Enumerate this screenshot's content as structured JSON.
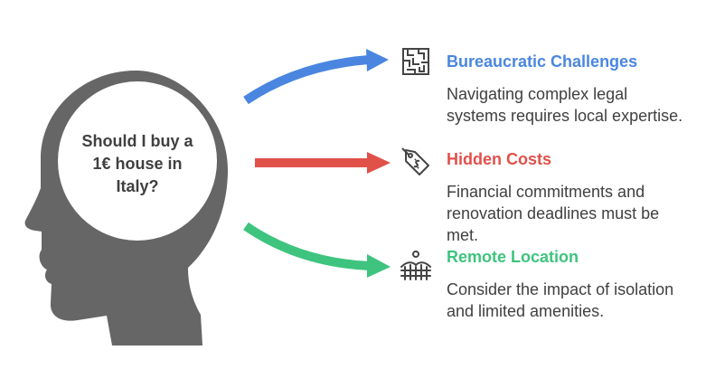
{
  "question": {
    "lines": [
      "Should I buy a",
      "1€ house in",
      "Italy?"
    ]
  },
  "items": [
    {
      "title": "Bureaucratic Challenges",
      "description": "Navigating complex legal systems requires local expertise.",
      "color": "#4a86e0",
      "icon": "maze-icon"
    },
    {
      "title": "Hidden Costs",
      "description": "Financial commitments and renovation deadlines must be met.",
      "color": "#e0514a",
      "icon": "price-tag-icon"
    },
    {
      "title": "Remote Location",
      "description": "Consider the impact of isolation and limited amenities.",
      "color": "#3ec47e",
      "icon": "countryside-fence-icon"
    }
  ],
  "colors": {
    "head": "#666666",
    "text": "#404040"
  }
}
